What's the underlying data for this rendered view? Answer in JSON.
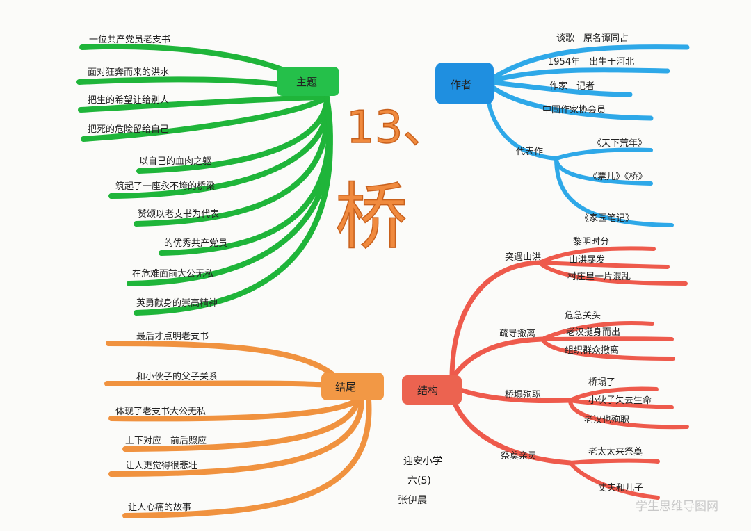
{
  "title": {
    "number": "13、",
    "character": "桥"
  },
  "colors": {
    "green": "#1fb53a",
    "blue": "#2ea8e8",
    "red": "#ee5a4c",
    "orange": "#f0923f",
    "node_green": "#25c04a",
    "node_blue": "#1f8fe0",
    "node_red": "#ec6350",
    "node_orange": "#f29845"
  },
  "branches": {
    "theme": {
      "label": "主题",
      "items": [
        "一位共产党员老支书",
        "面对狂奔而来的洪水",
        "把生的希望让给别人",
        "把死的危险留给自己",
        "以自己的血肉之躯",
        "筑起了一座永不垮的桥梁",
        "赞颂以老支书为代表",
        "的优秀共产党员",
        "在危难面前大公无私",
        "英勇献身的崇高精神"
      ]
    },
    "author": {
      "label": "作者",
      "items": [
        "谈歌　原名谭同占",
        "1954年　出生于河北",
        "作家　记者",
        "中国作家协会员",
        "代表作"
      ],
      "works_label": "代表作",
      "works": [
        "《天下荒年》",
        "《票儿》《桥》",
        "《家园笔记》"
      ]
    },
    "structure": {
      "label": "结构",
      "groups": [
        {
          "label": "突遇山洪",
          "items": [
            "黎明时分",
            "山洪暴发",
            "村庄里一片混乱"
          ]
        },
        {
          "label": "疏导撤离",
          "items": [
            "危急关头",
            "老汉挺身而出",
            "组织群众撤离"
          ]
        },
        {
          "label": "桥塌殉职",
          "items": [
            "桥塌了",
            "小伙子失去生命",
            "老汉也殉职"
          ]
        },
        {
          "label": "祭奠亲灵",
          "items": [
            "老太太来祭奠",
            "丈夫和儿子"
          ]
        }
      ]
    },
    "ending": {
      "label": "结尾",
      "items": [
        "最后才点明老支书",
        "和小伙子的父子关系",
        "体现了老支书大公无私",
        "上下对应　前后照应",
        "让人更觉得很悲壮",
        "让人心痛的故事"
      ]
    }
  },
  "author_note": {
    "school": "迎安小学",
    "class": "六(5)",
    "name": "张伊晨"
  },
  "watermark": "学生思维导图网"
}
